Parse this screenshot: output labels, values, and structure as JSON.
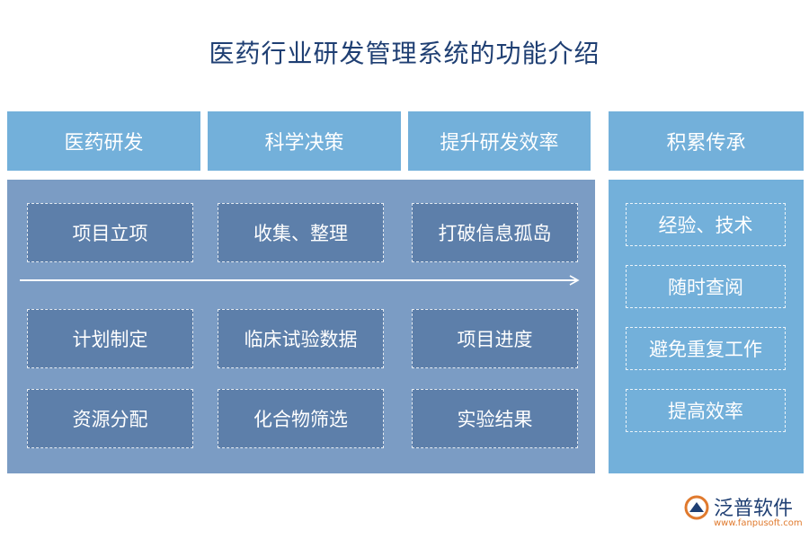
{
  "title": "医药行业研发管理系统的功能介绍",
  "headers": [
    "医药研发",
    "科学决策",
    "提升研发效率",
    "积累传承"
  ],
  "main_boxes": [
    [
      "项目立项",
      "收集、整理",
      "打破信息孤岛"
    ],
    [
      "计划制定",
      "临床试验数据",
      "项目进度"
    ],
    [
      "资源分配",
      "化合物筛选",
      "实验结果"
    ]
  ],
  "side_boxes": [
    "经验、技术",
    "随时查阅",
    "避免重复工作",
    "提高效率"
  ],
  "logo": {
    "name": "泛普软件",
    "url": "www.fanpusoft.com"
  },
  "colors": {
    "header_bg": "#73b0da",
    "main_panel_bg": "#7b9cc4",
    "box_bg": "#5d7faa",
    "title": "#1f3f73",
    "logo_accent": "#e07a2e"
  }
}
